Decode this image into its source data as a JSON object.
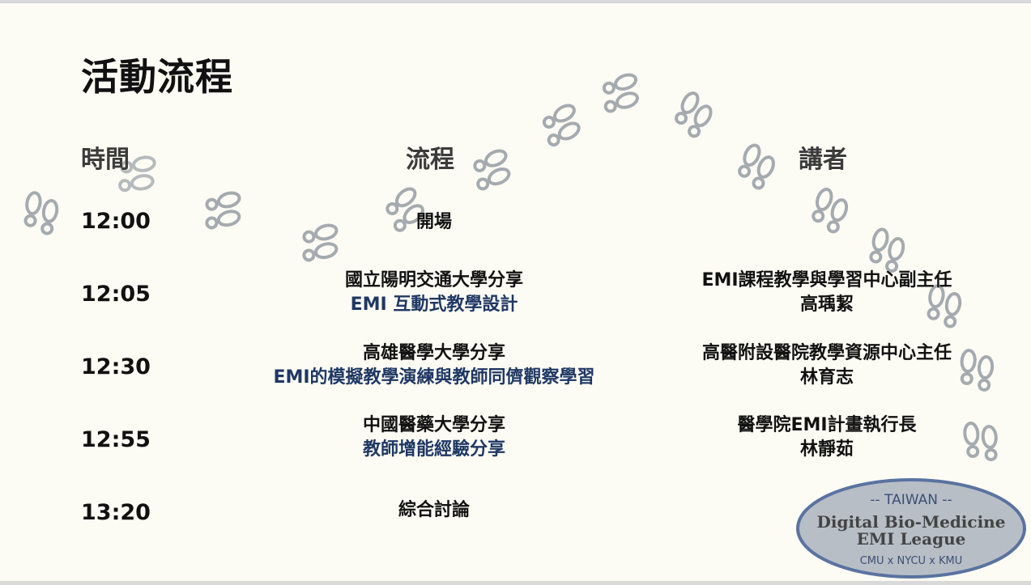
{
  "title": "活動流程",
  "headers": {
    "time": "時間",
    "flow": "流程",
    "speaker": "講者"
  },
  "rows": [
    {
      "time": "12:00",
      "flow": "開場",
      "flow_sub": "",
      "speaker": "",
      "speaker_name": ""
    },
    {
      "time": "12:05",
      "flow": "國立陽明交通大學分享",
      "flow_sub": "EMI 互動式教學設計",
      "speaker": "EMI課程教學與學習中心副主任",
      "speaker_name": "高瑀絜"
    },
    {
      "time": "12:30",
      "flow": "高雄醫學大學分享",
      "flow_sub": "EMI的模擬教學演練與教師同儕觀察學習",
      "speaker": "高醫附設醫院教學資源中心主任",
      "speaker_name": "林育志"
    },
    {
      "time": "12:55",
      "flow": "中國醫藥大學分享",
      "flow_sub": "教師增能經驗分享",
      "speaker": "醫學院EMI計畫執行長",
      "speaker_name": "林靜茹"
    },
    {
      "time": "13:20",
      "flow": "綜合討論",
      "flow_sub": "",
      "speaker": "",
      "speaker_name": ""
    }
  ],
  "logo": {
    "top": "-- TAIWAN --",
    "line1": "Digital Bio-Medicine",
    "line2": "EMI League",
    "bottom": "CMU x NYCU x KMU"
  },
  "colors": {
    "accent": "#1f3864",
    "background": "#fdfcf4",
    "footprint": "#a4abb0"
  }
}
